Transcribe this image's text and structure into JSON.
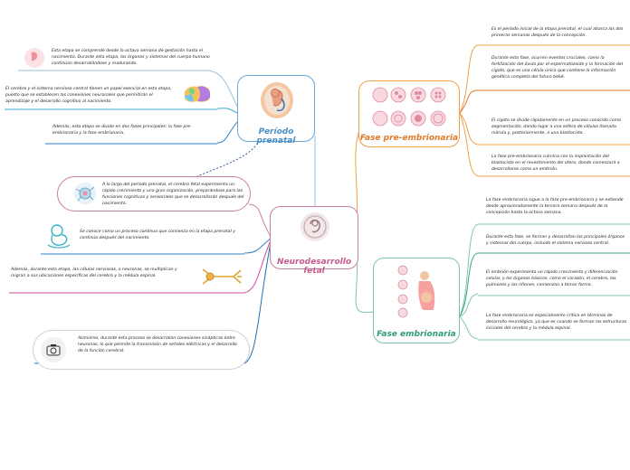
{
  "colors": {
    "center": "#c97fa1",
    "periodo": "#6aa9d6",
    "pre": "#f0a14a",
    "embrionaria": "#7cc7a3",
    "left1": "#2f7fc4",
    "left2": "#d24aa0",
    "left3": "#1d6fb7"
  },
  "center": {
    "title": "Neurodesarrollo fetal"
  },
  "periodo": {
    "title": "Período prenatal",
    "items": [
      "Esta etapa se comprende desde la octava semana de gestación hasta el nacimiento. Durante esta etapa, los órganos y sistemas del cuerpo humano continúan desarrollándose y madurando.",
      "El cerebro y el sistema nervioso central tienen un papel esencial en esta etapa, puesto que se establecen las conexiones neuronales que permitirán el aprendizaje y el desarrollo cognitivo al nacimiento.",
      "Además, esta etapa se divide en dos fases principales: la fase pre-embrionaria y la fase embrionaria."
    ]
  },
  "left_items": [
    "A lo largo del período prenatal, el cerebro fetal experimenta un rápido crecimiento y una gran organización, preparándose para las funciones cognitivas y sensoriales que se desarrollarán después del nacimiento.",
    "Se conoce como un proceso continuo que comienza en la etapa prenatal y continúa después del nacimiento.",
    "Además, durante esta etapa, las células nerviosas, o neuronas, se multiplican y migran a sus ubicaciones específicas del cerebro y la médula espinal.",
    "Asimismo, durante esta proceso se desarrollan conexiones sinápticas entre neuronas, lo que permite la transmisión de señales eléctricas y el desarrollo de la función cerebral."
  ],
  "pre": {
    "title": "Fase pre-embrionaria",
    "items": [
      "Es el período inicial de la etapa prenatal, el cual abarca las dos primeras semanas después de la concepción.",
      "Durante esta fase, ocurren eventos cruciales, como la fertilización del óvulo por el espermatozoide y la formación del cigoto, que es una célula única que contiene la información genética completa del futuro bebé.",
      "El cigoto se divide rápidamente en un proceso conocido como segmentación, dando lugar a una esfera de células llamada mórula y, posteriormente, a una blastocisto.",
      "La fase pre-embrionaria culmina con la implantación del blastocisto en el revestimiento del útero, donde comenzará a desarrollarse como un embrión."
    ]
  },
  "emb": {
    "title": "Fase embrionaria",
    "items": [
      "La fase embrionaria sigue a la fase pre-embrionaria y se extiende desde aproximadamente la tercera semana después de la concepción hasta la octava semana.",
      "Durante esta fase, se forman y desarrollan las principales órganos y sistemas del cuerpo, incluido el sistema nervioso central.",
      "El embrión experimenta un rápido crecimiento y diferenciación celular, y los órganos básicos, como el corazón, el cerebro, los pulmones y los riñones, comienzan a tomar forma.",
      "La fase embrionaria es especialmente crítica en términos de desarrollo neurológico, ya que es cuando se forman las estructuras iniciales del cerebro y la médula espinal."
    ]
  },
  "icons": {
    "center": "fetus-circle-icon",
    "periodo": "fetus-womb-icon",
    "pre": "cell-division-icon",
    "emb": "embryo-stages-icon"
  }
}
